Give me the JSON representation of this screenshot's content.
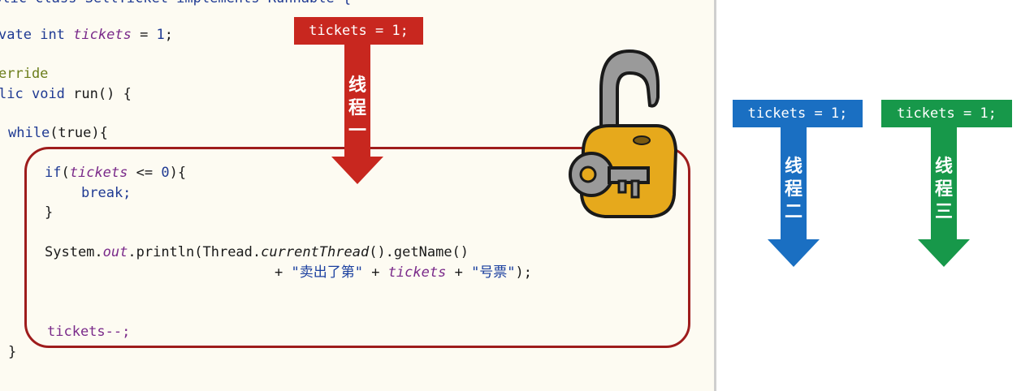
{
  "code": {
    "line0": "blic class SellTicket implements Runnable {",
    "field_private": "vate",
    "field_type": "int",
    "field_name": "tickets",
    "field_eq": " = ",
    "field_val": "1",
    "field_end": ";",
    "annotation": "erride",
    "method_pre": "lic",
    "method_void": "void",
    "method_sig": " run() {",
    "while_kw": "while",
    "while_rest": "(true){",
    "if_kw": "if",
    "if_open": "(",
    "if_var": "tickets",
    "if_cond": " <= ",
    "if_num": "0",
    "if_close": "){",
    "break_kw": "break;",
    "brace_close": "}",
    "println_pre": "System.",
    "println_out": "out",
    "println_mid": ".println(Thread.",
    "println_ct": "currentThread",
    "println_end": "().getName()",
    "concat_plus1": "+ ",
    "concat_str1": "\"卖出了第\"",
    "concat_plus2": " + ",
    "concat_var": "tickets",
    "concat_plus3": " + ",
    "concat_str2": "\"号票\"",
    "concat_end": ");",
    "decrement": "tickets--;",
    "while_close": "}"
  },
  "threads": {
    "t1": {
      "label": "tickets = 1;",
      "name_chars": [
        "线",
        "程",
        "一"
      ],
      "color": "#c8271f"
    },
    "t2": {
      "label": "tickets = 1;",
      "name_chars": [
        "线",
        "程",
        "二"
      ],
      "color": "#1a6fc2"
    },
    "t3": {
      "label": "tickets = 1;",
      "name_chars": [
        "线",
        "程",
        "三"
      ],
      "color": "#17984a"
    }
  },
  "colors": {
    "sync_border": "#9e1c1c",
    "lock_body": "#e6a91c",
    "lock_shackle": "#9a9a9a"
  },
  "icons": {
    "lock": "padlock-with-key-icon"
  }
}
